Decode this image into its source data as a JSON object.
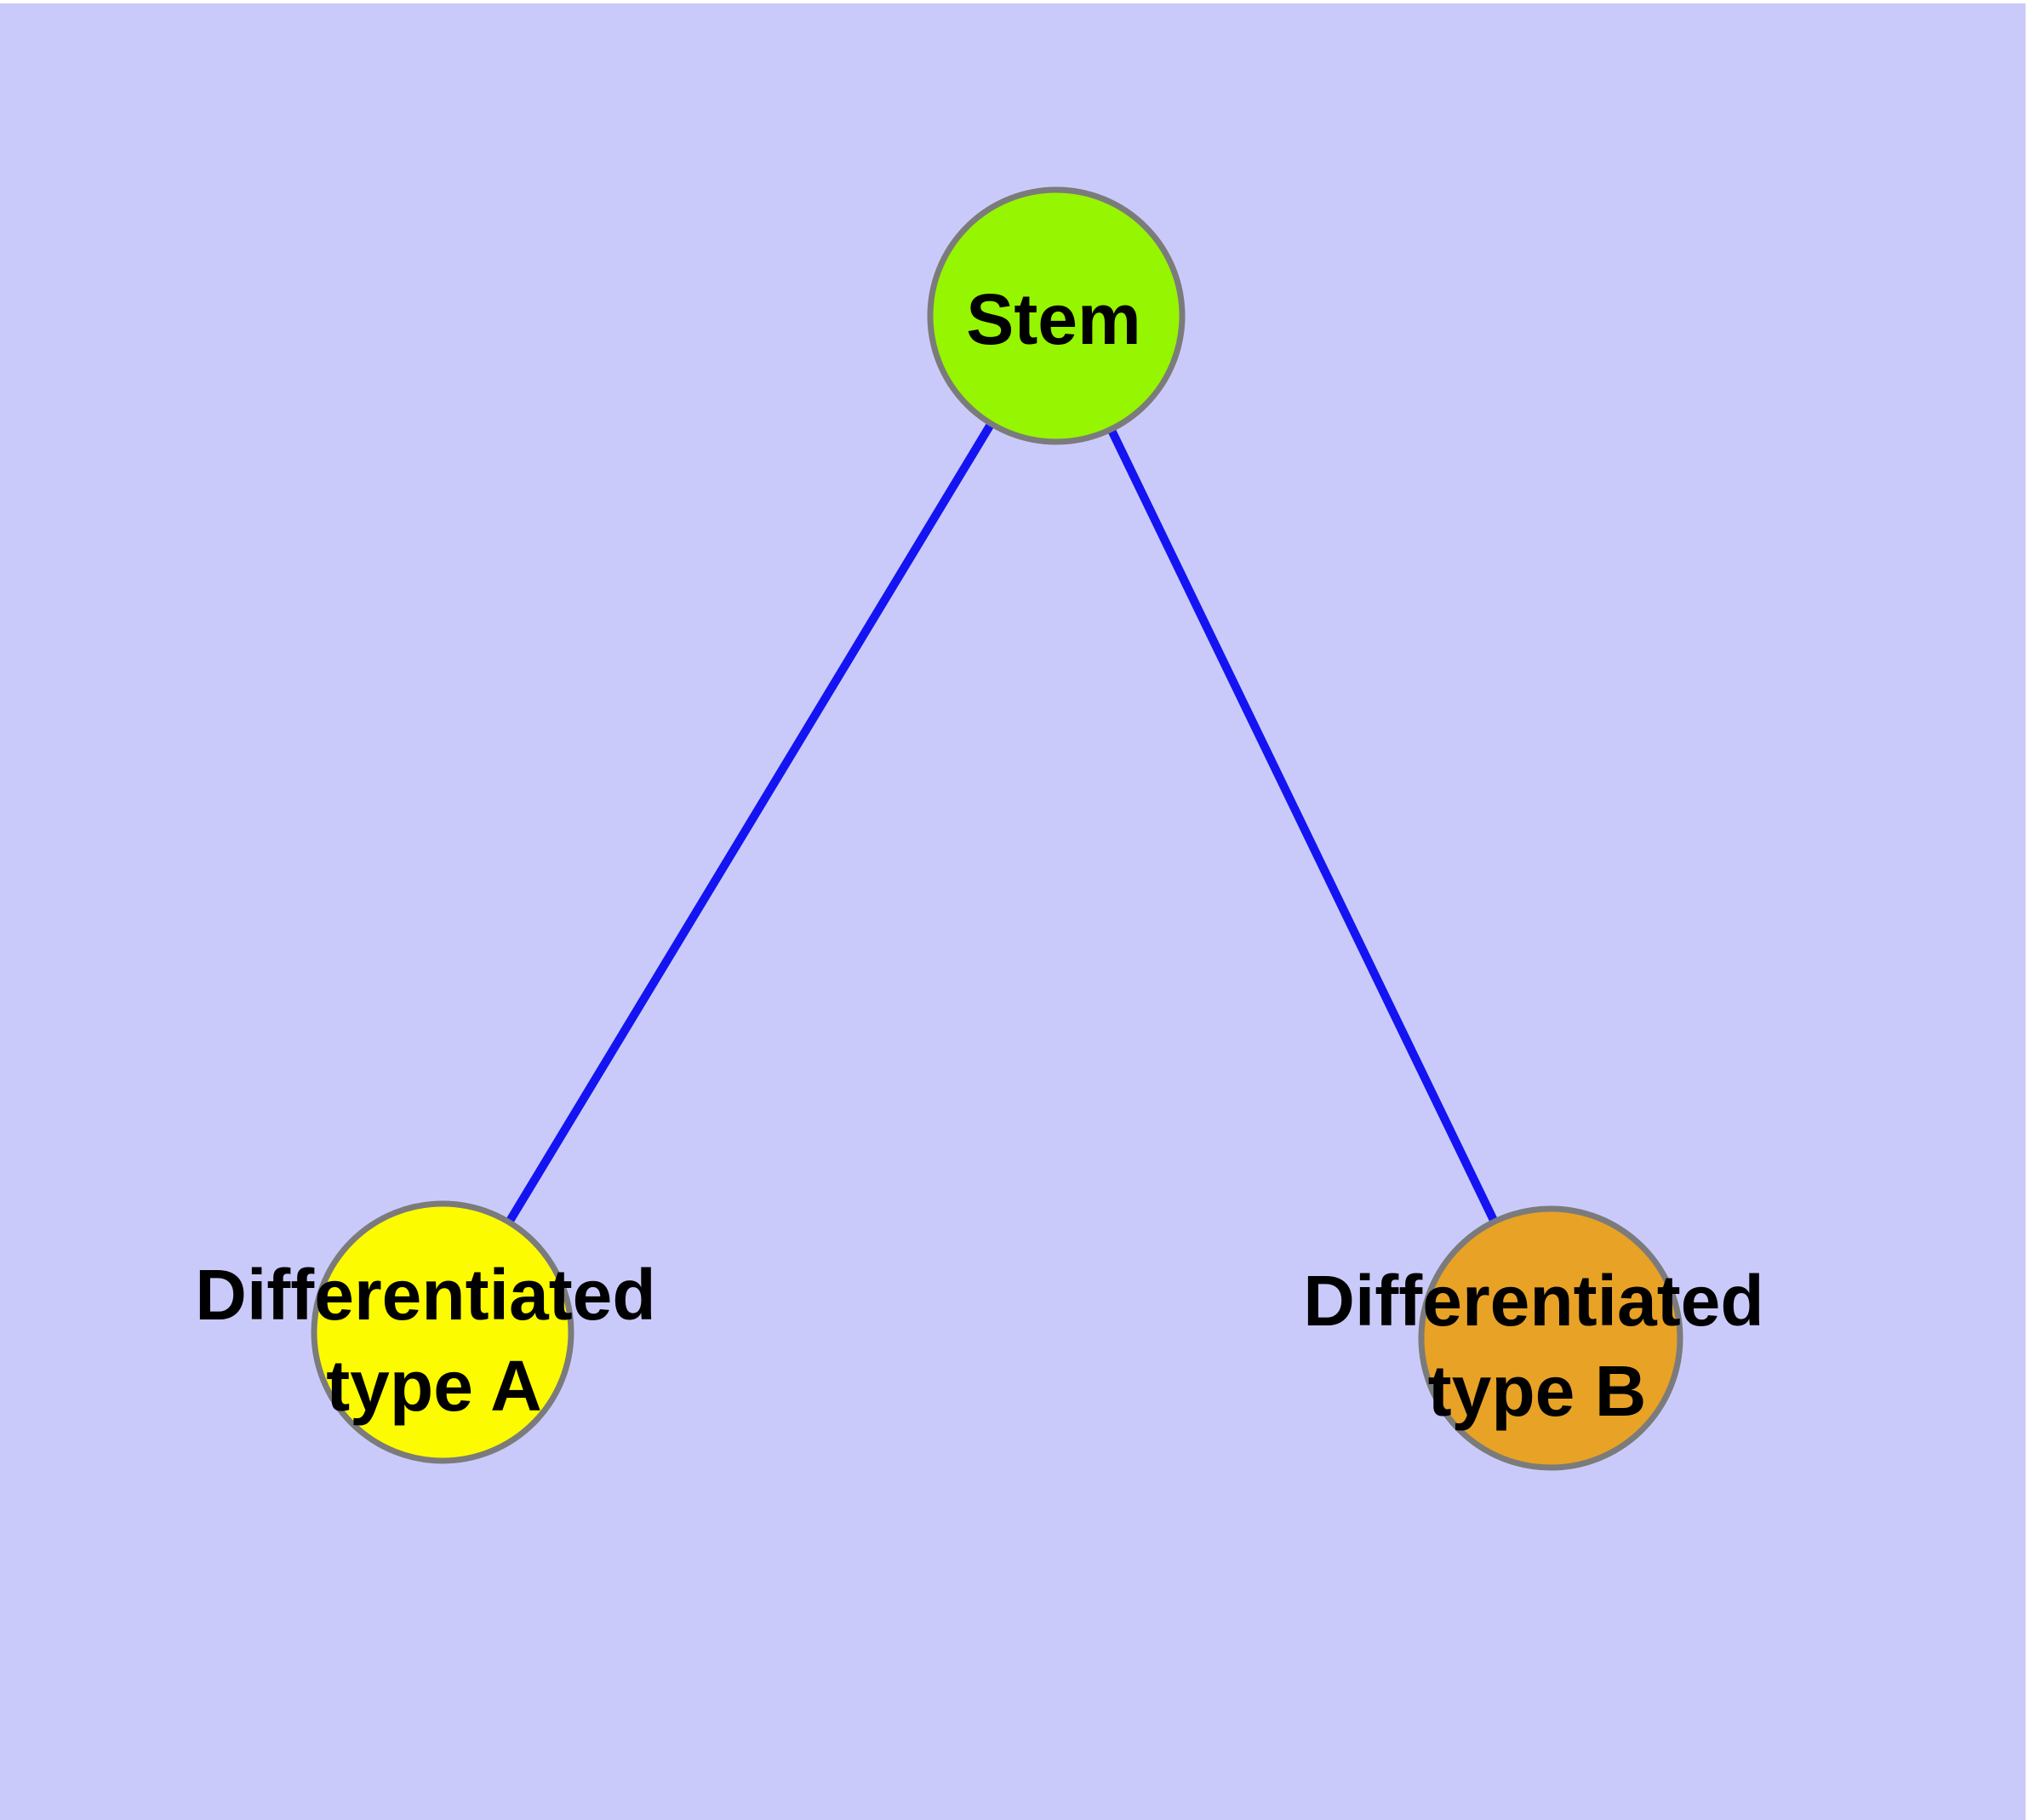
{
  "diagram": {
    "background_color": "#CACAFA",
    "edge_color": "#1414F2",
    "node_border_color": "#7B7B7B",
    "nodes": [
      {
        "id": "stem",
        "label_lines": [
          "Stem"
        ],
        "color": "#96F500"
      },
      {
        "id": "differentiated-type-a",
        "label_lines": [
          "Differentiated",
          "type A"
        ],
        "color": "#FDFB00"
      },
      {
        "id": "differentiated-type-b",
        "label_lines": [
          "Differentiated",
          "type B"
        ],
        "color": "#E8A226"
      }
    ],
    "edges": [
      {
        "from": "stem",
        "to": "differentiated-type-a"
      },
      {
        "from": "stem",
        "to": "differentiated-type-b"
      }
    ]
  }
}
